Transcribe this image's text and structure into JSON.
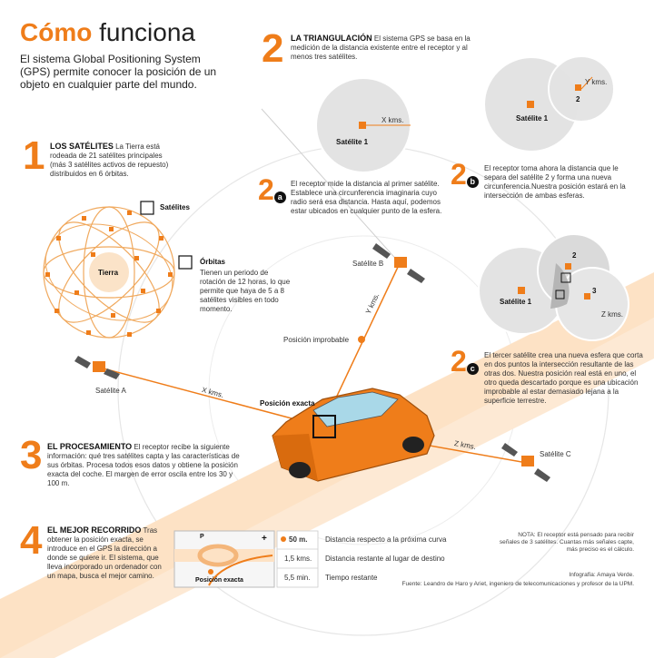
{
  "title": {
    "highlight": "Cómo",
    "rest": "funciona"
  },
  "intro": "El sistema Global Positioning System (GPS) permite conocer la posición de un objeto en cualquier parte del mundo.",
  "section1": {
    "number": "1",
    "heading": "LOS SATÉLITES",
    "body": "La Tierra está rodeada de 21 satélites principales (más 3 satélites activos de repuesto) distribuidos en 6 órbitas.",
    "label_satellites": "Satélites",
    "label_earth": "Tierra",
    "label_orbits": "Órbitas",
    "orbits_body": "Tienen un periodo de rotación de 12 horas, lo que permite que haya de 5 a 8 satélites visibles en todo momento."
  },
  "section2": {
    "number": "2",
    "heading": "LA TRIANGULACIÓN",
    "body": "El sistema GPS se basa en la medición de la distancia existente entre el receptor y al menos tres satélites.",
    "a": {
      "letter": "a",
      "body": "El receptor mide la distancia al primer satélite. Establece una circunferencia imaginaria cuyo radio será esa distancia. Hasta aquí, podemos estar ubicados en cualquier punto de la esfera.",
      "sat_label": "Satélite 1",
      "dist_label": "X kms."
    },
    "b": {
      "letter": "b",
      "body": "El receptor toma ahora la distancia que le separa del satélite 2 y forma una nueva circunferencia.Nuestra posición estará en la intersección de ambas esferas.",
      "sat_label": "Satélite 1",
      "dist_label": "Y kms.",
      "num2": "2"
    },
    "c": {
      "letter": "c",
      "body": "El tercer satélite crea una nueva esfera que corta en dos puntos la intersección resultante de las otras dos. Nuestra posición real está en uno, el otro queda descartado porque es una ubicación improbable al estar demasiado lejana a la superficie terrestre.",
      "sat_label": "Satélite 1",
      "num2": "2",
      "num3": "3",
      "dist_label": "Z kms."
    }
  },
  "scene": {
    "satellite_a": "Satélite A",
    "satellite_b": "Satélite B",
    "satellite_c": "Satélite C",
    "x_kms": "X kms.",
    "y_kms": "Y kms.",
    "z_kms": "Z kms.",
    "improbable": "Posición improbable",
    "exact": "Posición exacta"
  },
  "section3": {
    "number": "3",
    "heading": "EL PROCESAMIENTO",
    "body": "El receptor recibe la siguiente información: qué tres satélites capta y las características de sus órbitas. Procesa todos esos datos y obtiene la posición exacta del coche. El margen de error oscila entre los 30 y 100 m."
  },
  "section4": {
    "number": "4",
    "heading": "EL MEJOR RECORRIDO",
    "body": "Tras obtener la posición exacta, se introduce en el GPS la dirección a donde se quiere ir. El sistema, que lleva incorporado un ordenador con un mapa, busca el mejor camino.",
    "map_label": "Posición exacta",
    "map_p": "P",
    "rows": [
      {
        "value": "50 m.",
        "desc": "Distancia respecto a la próxima curva"
      },
      {
        "value": "1,5 kms.",
        "desc": "Distancia restante al lugar de destino"
      },
      {
        "value": "5,5 min.",
        "desc": "Tiempo restante"
      }
    ]
  },
  "note": "NOTA: El receptor está pensado para recibir señales de 3 satélites. Cuantas más señales capte, más preciso es el cálculo.",
  "credits": {
    "infographic": "Infografía: Amaya Verde.",
    "source": "Fuente: Leandro de Haro y Ariet, ingeniero de telecomunicaciones y profesor de la UPM."
  },
  "colors": {
    "accent": "#ef7d1a",
    "road": "#fde2c5",
    "sphere": "#e3e3e3"
  }
}
